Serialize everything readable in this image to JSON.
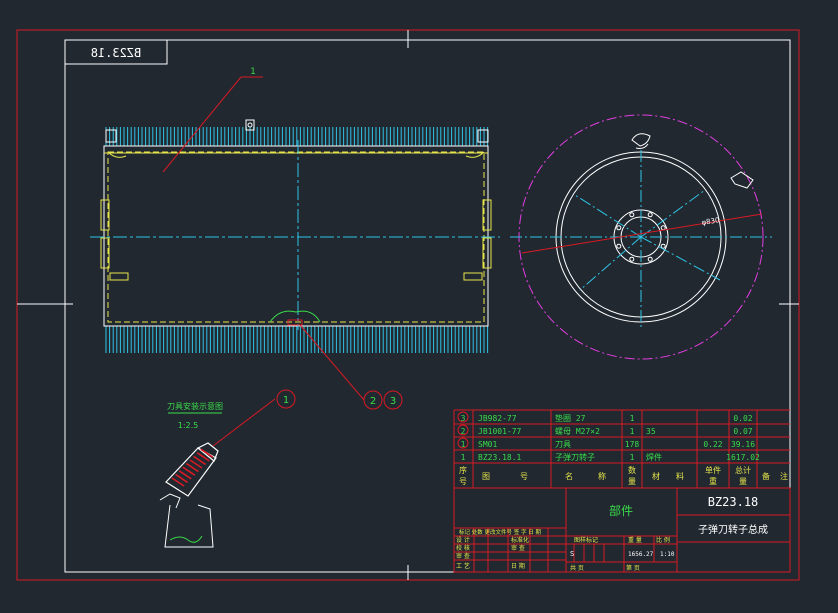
{
  "drawing_id_mirrored": "BZ23.18",
  "balloons": {
    "callout_1_top": "1",
    "callout_1_detail": "1",
    "callout_2": "2",
    "callout_3": "3"
  },
  "detail_view": {
    "title": "刀具安装示意图",
    "scale": "1:2.5"
  },
  "dimension_label": "φ830",
  "bom_rows": [
    {
      "no": "3",
      "code": "JB982-77",
      "name": "垫圈 27",
      "qty": "1",
      "material": "",
      "unit_wt": "",
      "total_wt": "0.02"
    },
    {
      "no": "2",
      "code": "JB1001-77",
      "name": "螺母 M27×2",
      "qty": "1",
      "material": "35",
      "unit_wt": "",
      "total_wt": "0.07"
    },
    {
      "no": "1",
      "code": "SM01",
      "name": "刀具",
      "qty": "178",
      "material": "",
      "unit_wt": "0.22",
      "total_wt": "39.16"
    },
    {
      "no": "1",
      "code": "BZ23.18.1",
      "name": "子弹刀转子",
      "qty": "1",
      "material": "焊件",
      "unit_wt": "",
      "total_wt": "1617.02"
    }
  ],
  "bom_header": {
    "no_line1": "序",
    "no_line2": "号",
    "code_a": "图",
    "code_b": "号",
    "name_a": "名",
    "name_b": "称",
    "qty_line1": "数",
    "qty_line2": "量",
    "mat_a": "材",
    "mat_b": "料",
    "unit_line1": "单件",
    "unit_line2": "重",
    "total_line1": "总计",
    "total_line2": "量",
    "note_a": "备",
    "note_b": "注"
  },
  "title_block": {
    "part_type": "部件",
    "drawing_no": "BZ23.18",
    "part_name": "子弹刀转子总成",
    "weight": "1656.27",
    "scale": "1:10",
    "stage_mark": "S",
    "label_stage": "图样标记",
    "label_weight": "重 量",
    "label_scale": "比 例",
    "label_sheet": "共   页",
    "label_sheet2": "第   页",
    "label_design": "设 计",
    "label_check": "校 核",
    "label_proc": "工 艺",
    "label_std": "标准化",
    "label_review": "审 查",
    "label_date": "日 期",
    "label_revs": "标记 处数 更改文件号 签 字 日 期"
  },
  "colors": {
    "background": "#212830",
    "frame": "#ffffff",
    "border_red": "#d81a24",
    "centerline": "#2fc4e6",
    "hidden_yellow": "#e6e64a",
    "green": "#3adc4a",
    "magenta": "#e23ee0"
  }
}
